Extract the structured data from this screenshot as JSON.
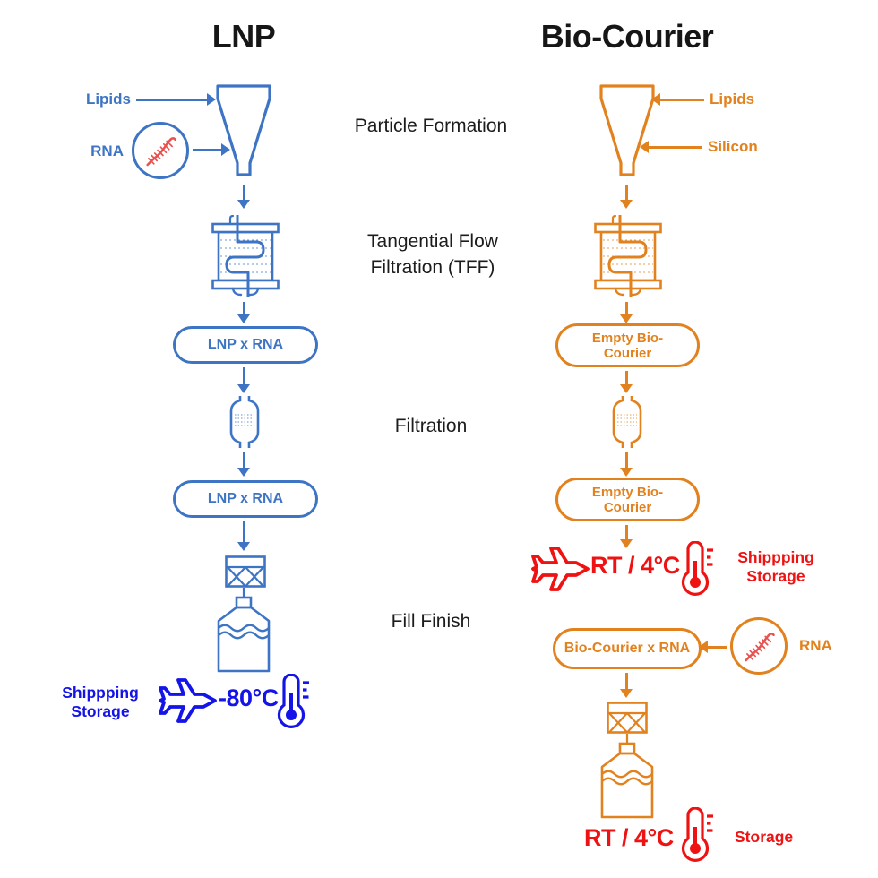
{
  "colors": {
    "lnp_blue": "#3E74C4",
    "bio_orange": "#E2821E",
    "accent_blue": "#1414E8",
    "accent_red": "#EE1212",
    "rna_red": "#E9514F",
    "title_black": "#161616"
  },
  "icons": {
    "funnel": "mixing-funnel-icon",
    "tff_cartridge": "tff-cartridge-icon",
    "filter_capsule": "filter-capsule-icon",
    "fill_pump": "fill-pump-icon",
    "product_bottle": "product-bottle-icon",
    "airplane": "airplane-icon",
    "thermometer": "thermometer-icon",
    "rna_helix": "rna-helix-icon"
  },
  "process_steps": [
    "Particle Formation",
    "Tangential Flow Filtration (TFF)",
    "Filtration",
    "Fill Finish"
  ],
  "lnp": {
    "title": "LNP",
    "lipids_label": "Lipids",
    "rna_label": "RNA",
    "pill1": "LNP x RNA",
    "pill2": "LNP x RNA",
    "shipping_line1": "Shippping",
    "shipping_line2": "Storage",
    "temperature": "-80°C"
  },
  "bio": {
    "title": "Bio-Courier",
    "lipids_label": "Lipids",
    "silicon_label": "Silicon",
    "rna_label": "RNA",
    "pill1": "Empty Bio-Courier",
    "pill2": "Empty Bio-Courier",
    "pill3": "Bio-Courier x RNA",
    "shipping_temp": "RT / 4°C",
    "shipping_line1": "Shippping",
    "shipping_line2": "Storage",
    "storage_temp": "RT / 4°C",
    "storage_label": "Storage"
  }
}
